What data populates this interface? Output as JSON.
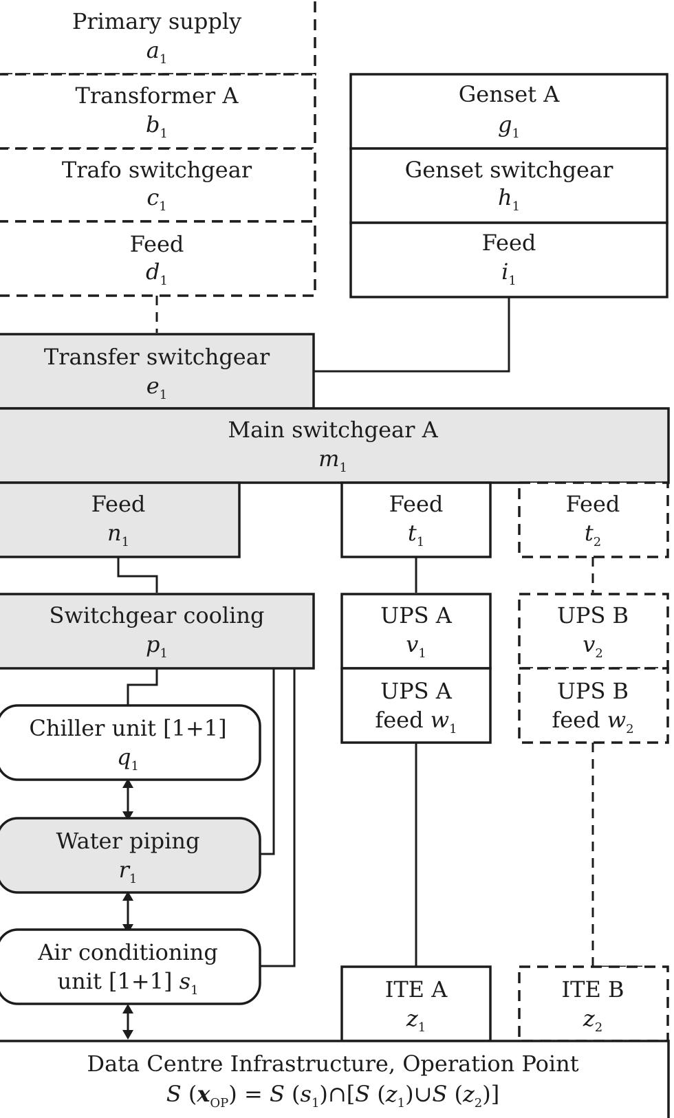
{
  "blocks": {
    "primary_supply": {
      "label": "Primary supply",
      "var": "a",
      "sub": "1"
    },
    "transformer_a": {
      "label": "Transformer A",
      "var": "b",
      "sub": "1"
    },
    "trafo_switchgear": {
      "label": "Trafo switchgear",
      "var": "c",
      "sub": "1"
    },
    "feed_d": {
      "label": "Feed",
      "var": "d",
      "sub": "1"
    },
    "genset_a": {
      "label": "Genset  A",
      "var": "g",
      "sub": "1"
    },
    "genset_switchgear": {
      "label": "Genset switchgear",
      "var": "h",
      "sub": "1"
    },
    "feed_i": {
      "label": "Feed",
      "var": "i",
      "sub": "1"
    },
    "transfer_switchgear": {
      "label": "Transfer switchgear",
      "var": "e",
      "sub": "1"
    },
    "main_switchgear": {
      "label": "Main switchgear A",
      "var": "m",
      "sub": "1"
    },
    "feed_n": {
      "label": "Feed",
      "var": "n",
      "sub": "1"
    },
    "feed_t1": {
      "label": "Feed",
      "var": "t",
      "sub": "1"
    },
    "feed_t2": {
      "label": "Feed",
      "var": "t",
      "sub": "2"
    },
    "switchgear_cooling": {
      "label": "Switchgear cooling",
      "var": "p",
      "sub": "1"
    },
    "ups_a": {
      "label": "UPS A",
      "var": "v",
      "sub": "1"
    },
    "ups_b": {
      "label": "UPS B",
      "var": "v",
      "sub": "2"
    },
    "ups_a_feed": {
      "label": "UPS A",
      "line2": "feed",
      "var": "w",
      "sub": "1"
    },
    "ups_b_feed": {
      "label": "UPS B",
      "line2": "feed",
      "var": "w",
      "sub": "2"
    },
    "chiller_unit": {
      "label": "Chiller unit [1+1]",
      "var": "q",
      "sub": "1"
    },
    "water_piping": {
      "label": "Water piping",
      "var": "r",
      "sub": "1"
    },
    "air_conditioning": {
      "label": "Air conditioning",
      "line2": "unit [1+1]",
      "var": "s",
      "sub": "1"
    },
    "ite_a": {
      "label": "ITE A",
      "var": "z",
      "sub": "1"
    },
    "ite_b": {
      "label": "ITE B",
      "var": "z",
      "sub": "2"
    }
  },
  "bottom": {
    "title": "Data Centre Infrastructure, Operation Point",
    "formula": {
      "S": "S",
      "x": "x",
      "op": "OP",
      "eq": "=",
      "s": "s",
      "z": "z",
      "one": "1",
      "two": "2",
      "cap": "∩",
      "cup": "∪"
    }
  }
}
